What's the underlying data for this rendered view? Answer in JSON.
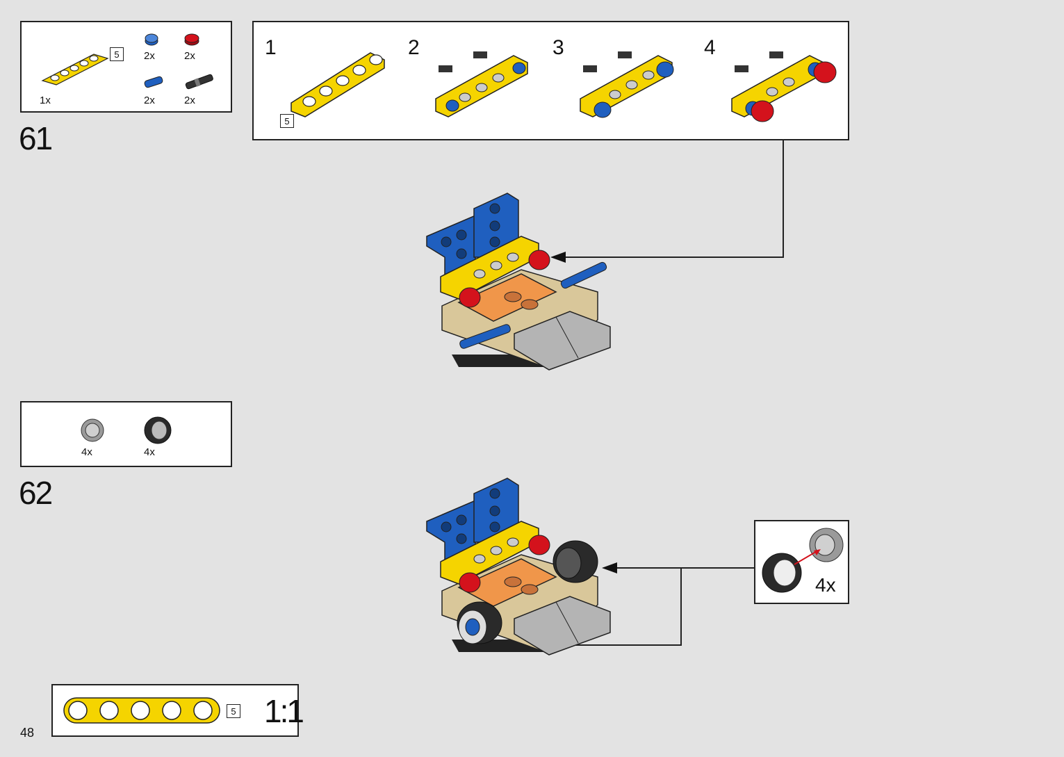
{
  "page_number": "48",
  "step61": {
    "number": "61",
    "parts": {
      "beam_qty": "1x",
      "beam_length": "5",
      "blue_bush_qty": "2x",
      "red_bush_qty": "2x",
      "blue_pin_qty": "2x",
      "black_pin_qty": "2x"
    },
    "substeps": {
      "labels": [
        "1",
        "2",
        "3",
        "4"
      ],
      "beam_length": "5"
    }
  },
  "step62": {
    "number": "62",
    "parts": {
      "rim_qty": "4x",
      "tyre_qty": "4x"
    },
    "callout_multiplier": "4x"
  },
  "ruler": {
    "length": "5",
    "scale": "1:1"
  },
  "colors": {
    "yellow": "#f5d400",
    "blue": "#1f5fbf",
    "red": "#d4121c",
    "tan": "#d9c79a",
    "orange": "#f0964a",
    "gray": "#b4b4b4",
    "black": "#222222"
  }
}
